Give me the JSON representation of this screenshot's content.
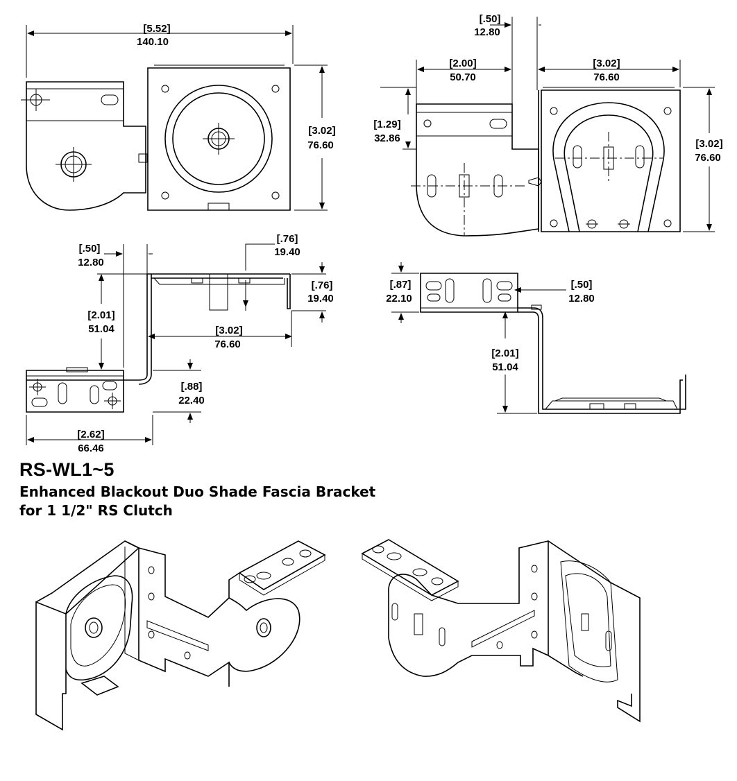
{
  "title": "RS-WL1~5",
  "subtitle_line1": "Enhanced Blackout Duo Shade Fascia Bracket",
  "subtitle_line2": "for 1 1/2\" RS Clutch",
  "dims": {
    "top_left_width": {
      "in": "5.52",
      "mm": "140.10"
    },
    "top_left_height": {
      "in": "3.02",
      "mm": "76.60"
    },
    "top_right_offset": {
      "in": ".50",
      "mm": "12.80"
    },
    "top_right_arm": {
      "in": "2.00",
      "mm": "50.70"
    },
    "top_right_plate": {
      "in": "3.02",
      "mm": "76.60"
    },
    "top_right_arm_drop": {
      "in": "1.29",
      "mm": "32.86"
    },
    "top_right_height": {
      "in": "3.02",
      "mm": "76.60"
    },
    "mid_left_offset": {
      "in": ".50",
      "mm": "12.80"
    },
    "mid_left_tab": {
      "in": ".76",
      "mm": "19.40"
    },
    "mid_left_tab_height": {
      "in": ".76",
      "mm": "19.40"
    },
    "mid_left_drop": {
      "in": "2.01",
      "mm": "51.04"
    },
    "mid_left_span": {
      "in": "3.02",
      "mm": "76.60"
    },
    "mid_left_flange": {
      "in": ".88",
      "mm": "22.40"
    },
    "mid_left_base": {
      "in": "2.62",
      "mm": "66.46"
    },
    "mid_right_height": {
      "in": ".87",
      "mm": "22.10"
    },
    "mid_right_offset": {
      "in": ".50",
      "mm": "12.80"
    },
    "mid_right_drop": {
      "in": "2.01",
      "mm": "51.04"
    }
  }
}
